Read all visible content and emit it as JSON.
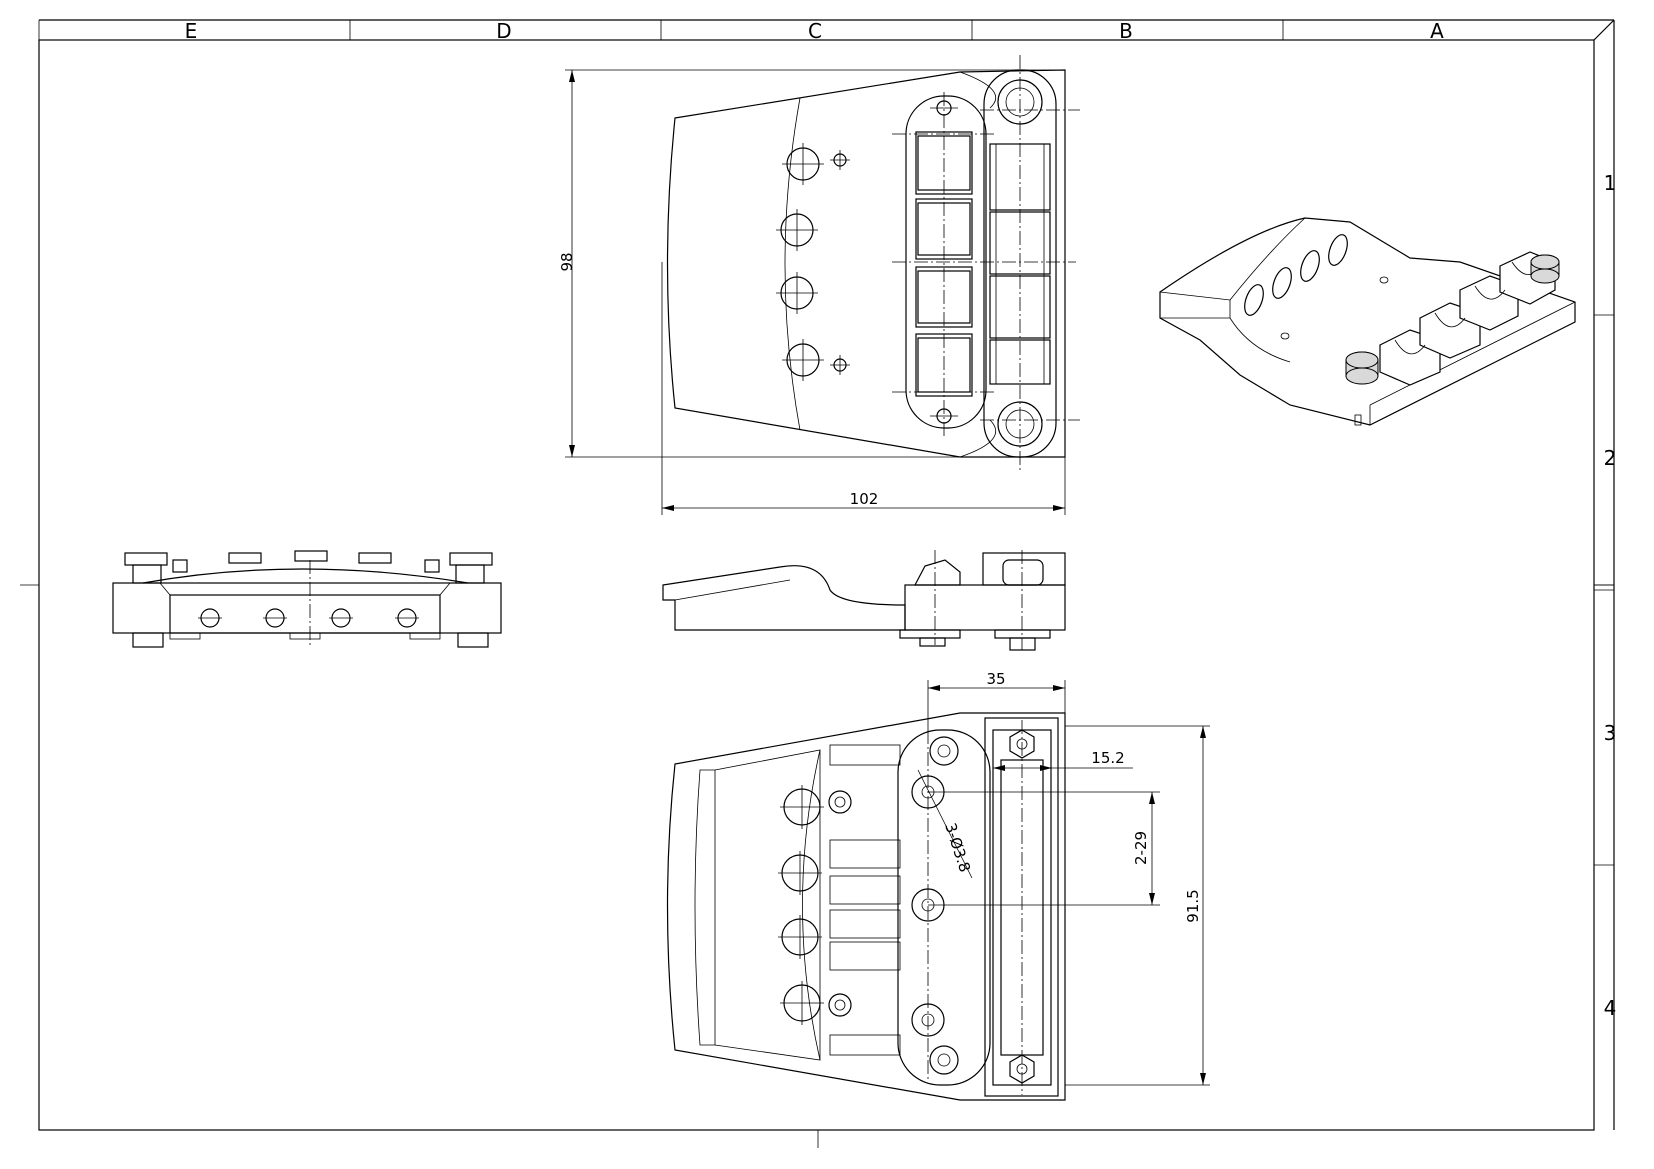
{
  "frame": {
    "column_labels": [
      "E",
      "D",
      "C",
      "B",
      "A"
    ],
    "row_labels": [
      "1",
      "2",
      "3",
      "4"
    ]
  },
  "dimensions": {
    "top_view_height": "98",
    "top_view_width": "102",
    "bottom_view_offset": "35",
    "bottom_view_hole_offset": "15.2",
    "bottom_view_hole_spacing": "2-29",
    "bottom_view_height": "91.5",
    "bottom_view_hole_spec": "3-Ø3.8"
  },
  "views": [
    "top-view",
    "front-view",
    "side-view",
    "bottom-view",
    "isometric-view"
  ]
}
